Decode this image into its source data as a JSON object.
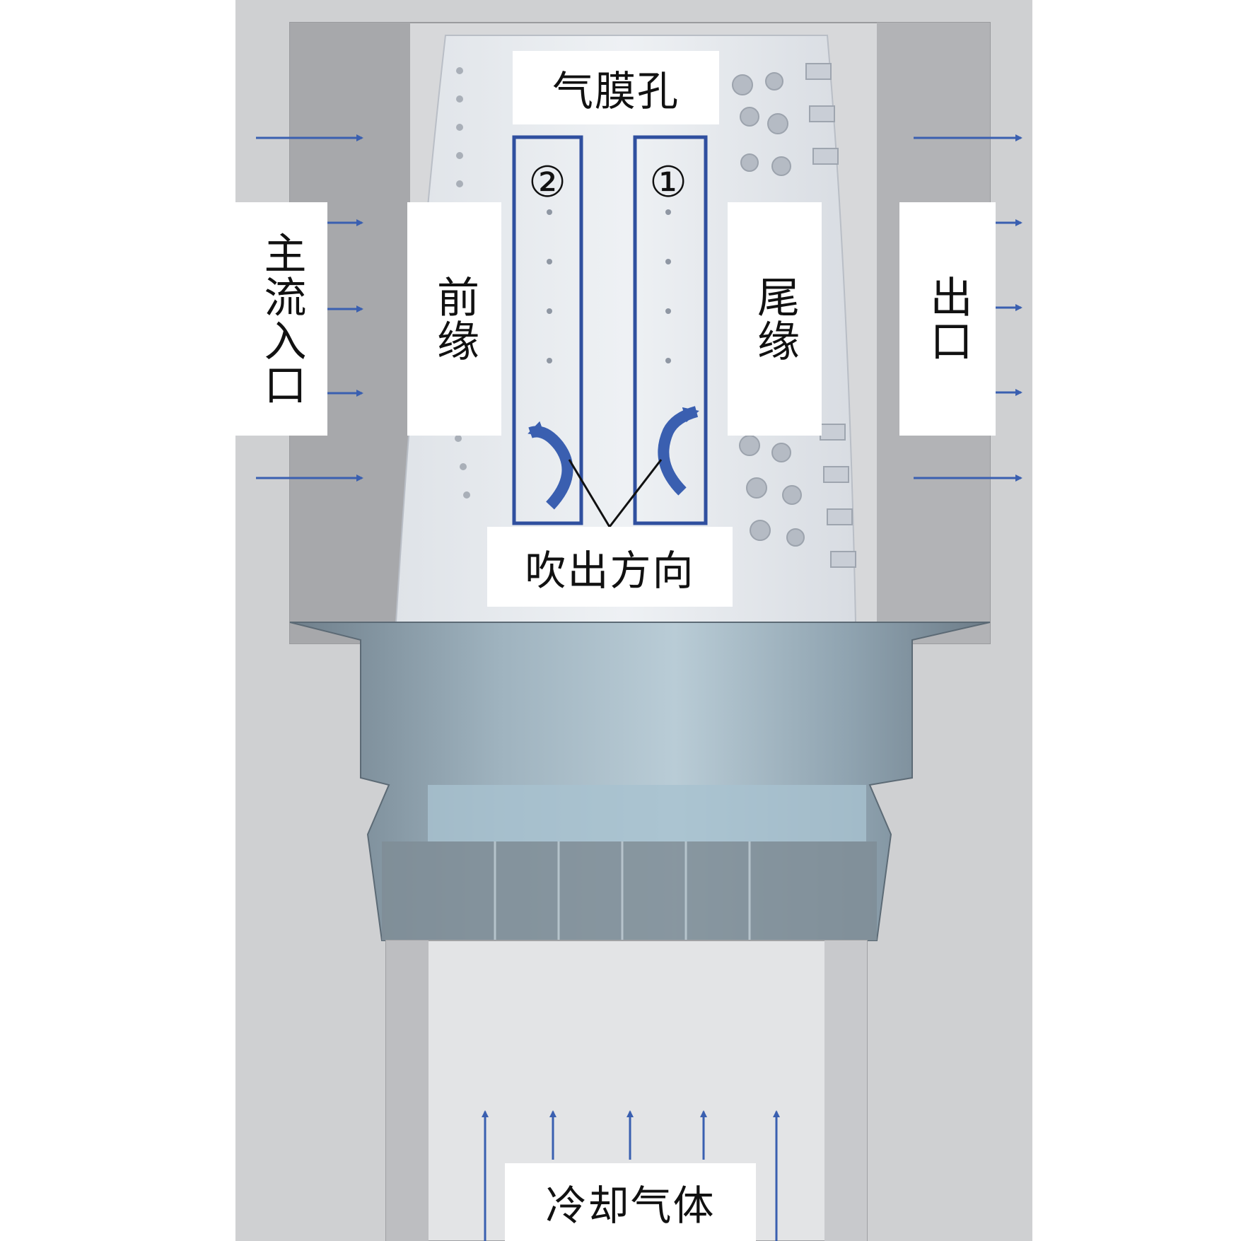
{
  "labels": {
    "film_holes": "气膜孔",
    "main_inlet": "主流入口",
    "leading_edge": "前缘",
    "trailing_edge": "尾缘",
    "outlet": "出口",
    "blow_direction": "吹出方向",
    "cooling_gas": "冷却气体",
    "row_2": "②",
    "row_1": "①"
  },
  "colors": {
    "arrow": "#3a5fb0",
    "box_outline": "#2f4f9f",
    "background_gray": "#cfd0d2",
    "platform_steel": "#7e8e9a",
    "blade_light": "#e6e9ee"
  },
  "icons": {
    "flow_arrow": "arrow-right-icon",
    "cooling_arrow": "arrow-up-icon",
    "blow_arrow": "curved-arrow-icon"
  }
}
